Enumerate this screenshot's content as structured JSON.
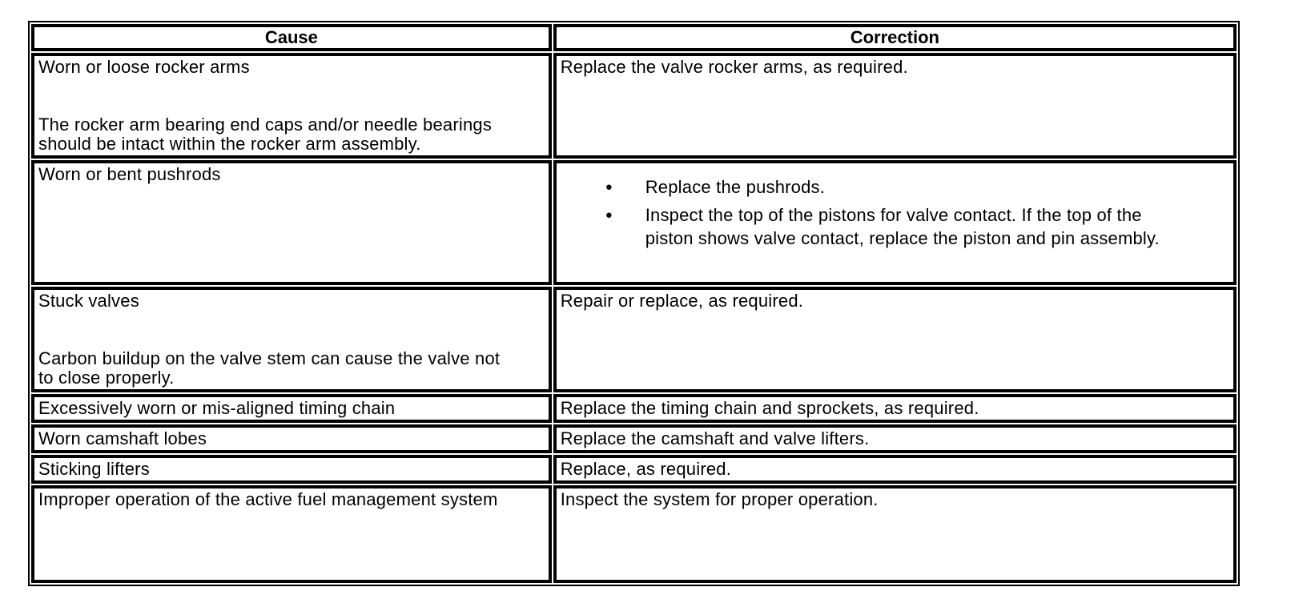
{
  "colors": {
    "border": "#000000",
    "text": "#000000",
    "background": "#ffffff"
  },
  "icons": {
    "bullet": "●"
  },
  "table": {
    "headers": [
      "Cause",
      "Correction"
    ],
    "rows": [
      {
        "cause_lines": [
          "Worn or loose rocker arms",
          "",
          "",
          "The rocker arm bearing end caps and/or needle bearings",
          "should be intact within the rocker arm assembly."
        ],
        "correction_lines": [
          "Replace the valve rocker arms, as required."
        ],
        "correction_bullets": []
      },
      {
        "cause_lines": [
          "Worn or bent pushrods"
        ],
        "correction_lines": [],
        "correction_bullets": [
          [
            "Replace the pushrods."
          ],
          [
            "Inspect the top of the pistons for valve contact. If the top of the",
            "piston shows valve contact, replace the piston and pin assembly."
          ]
        ]
      },
      {
        "cause_lines": [
          "Stuck valves",
          "",
          "",
          "Carbon buildup on the valve stem can cause the valve not",
          "to close properly."
        ],
        "correction_lines": [
          "Repair or replace, as required."
        ],
        "correction_bullets": []
      },
      {
        "cause_lines": [
          "Excessively worn or mis-aligned timing chain"
        ],
        "correction_lines": [
          "Replace the timing chain and sprockets, as required."
        ],
        "correction_bullets": []
      },
      {
        "cause_lines": [
          "Worn camshaft lobes"
        ],
        "correction_lines": [
          "Replace the camshaft and valve lifters."
        ],
        "correction_bullets": []
      },
      {
        "cause_lines": [
          "Sticking lifters"
        ],
        "correction_lines": [
          "Replace, as required."
        ],
        "correction_bullets": []
      },
      {
        "cause_lines": [
          "Improper operation of the active fuel management system"
        ],
        "correction_lines": [
          "Inspect the system for proper operation."
        ],
        "correction_bullets": []
      }
    ]
  }
}
